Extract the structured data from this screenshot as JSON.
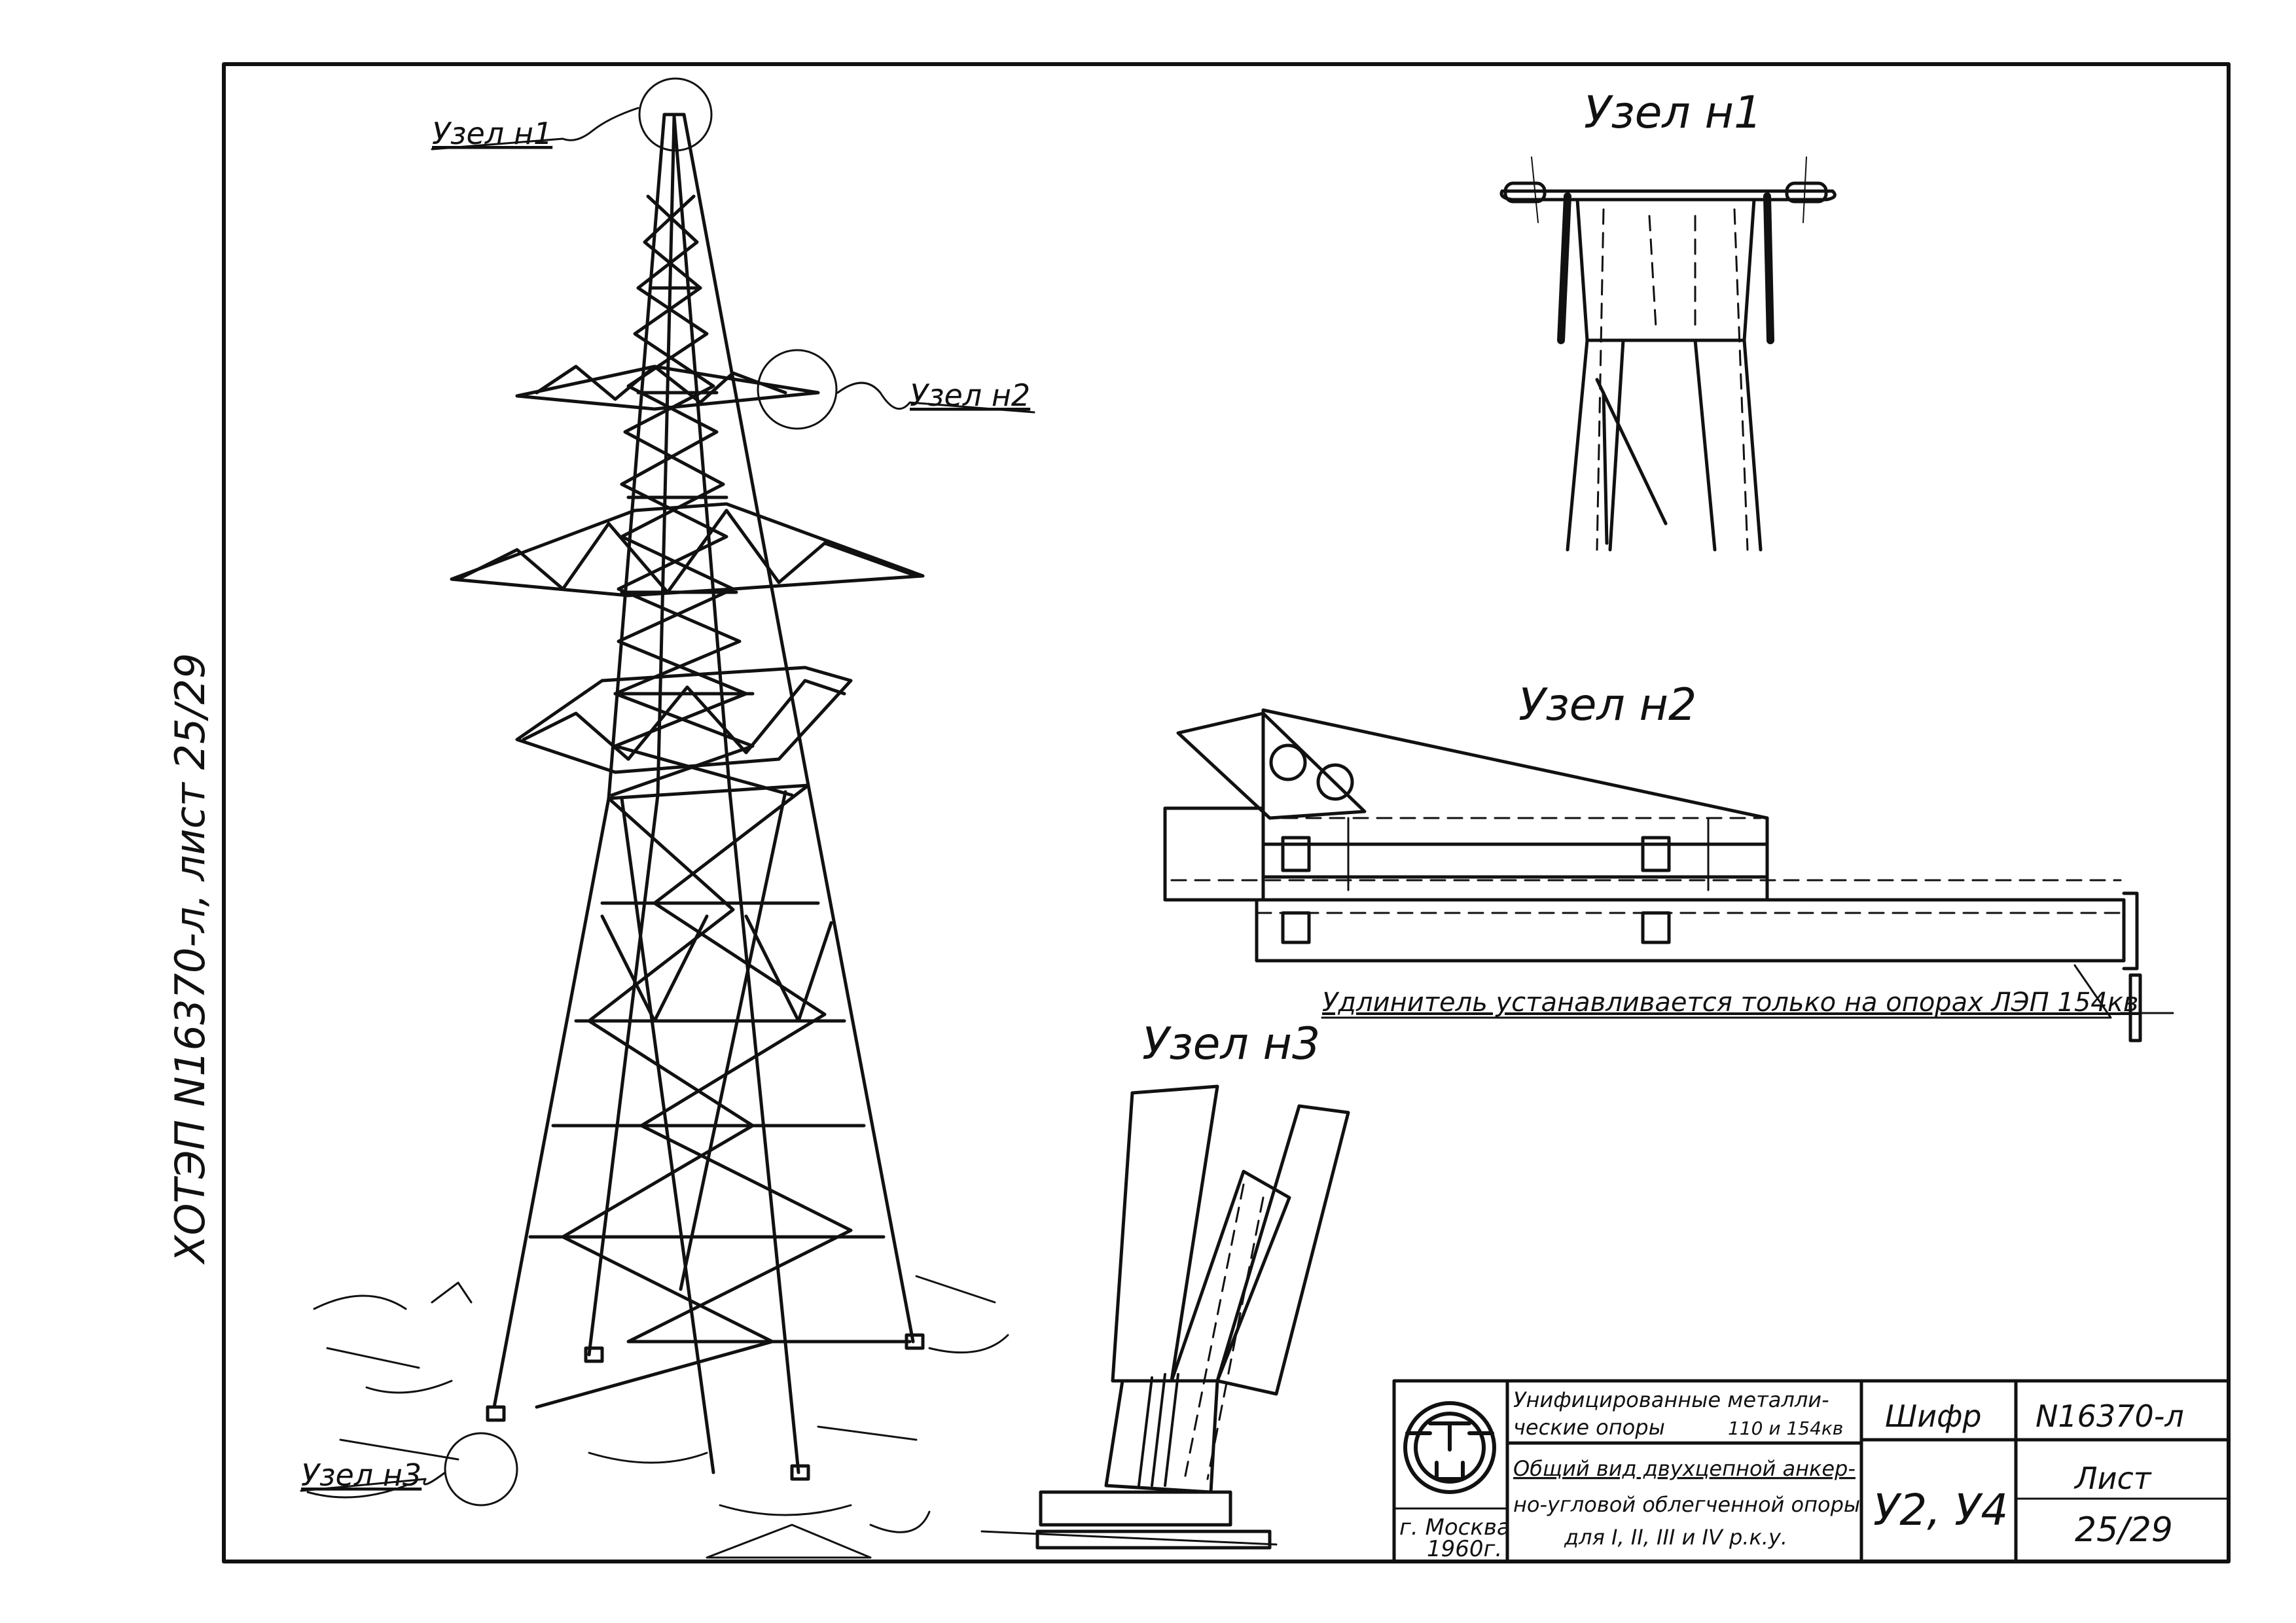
{
  "side_note": "ХОТЭП N16370-л, лист 25/29",
  "callouts": {
    "node1": "Узел н1",
    "node2": "Узел н2",
    "node3": "Узел н3"
  },
  "details": {
    "node1_title": "Узел н1",
    "node2_title": "Узел н2",
    "node3_title": "Узел н3",
    "extension_note": "Удлинитель устанавливается только на опорах ЛЭП 154кв"
  },
  "title_block": {
    "city": "г. Москва",
    "year": "1960г.",
    "series_line1": "Унифицированные металли-",
    "series_line2": "ческие опоры",
    "series_voltage": "110 и 154кв",
    "desc_line1": "Общий вид двухцепной анкер-",
    "desc_line2": "но-угловой облегченной опоры",
    "desc_line3": "для I, II, III и IV р.к.у.",
    "cipher_label": "Шифр",
    "cipher_value": "У2, У4",
    "doc_number": "N16370-л",
    "sheet_label": "Лист",
    "sheet_value": "25/29"
  }
}
